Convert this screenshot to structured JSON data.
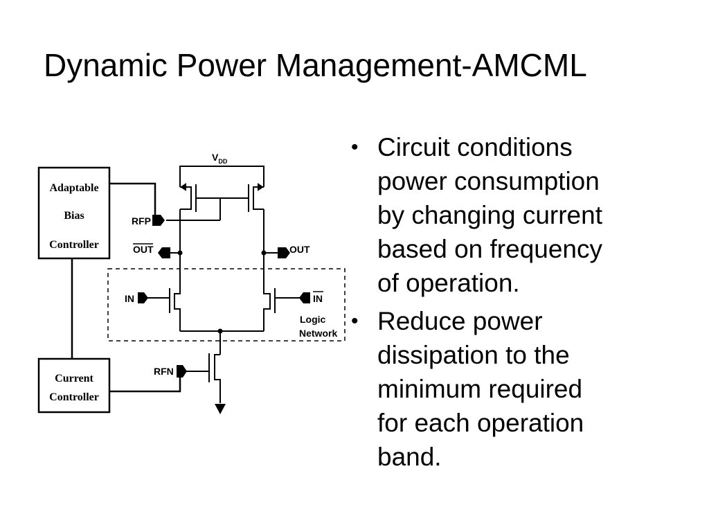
{
  "slide": {
    "title": "Dynamic Power Management-AMCML"
  },
  "bullets": [
    {
      "marker": "•",
      "text": "Circuit conditions\npower consumption\nby changing current\nbased on frequency\nof operation."
    },
    {
      "marker": "•",
      "text": " Reduce power\ndissipation to the\nminimum required\nfor each operation\nband."
    }
  ],
  "diagram": {
    "adaptable_bias_controller": {
      "line1": "Adaptable",
      "line2": "Bias",
      "line3": "Controller"
    },
    "current_controller": {
      "line1": "Current",
      "line2": "Controller"
    },
    "vdd": {
      "main": "V",
      "sub": "DD"
    },
    "rfp": "RFP",
    "rfn": "RFN",
    "out_bar": "OUT",
    "out": "OUT",
    "in": "IN",
    "in_bar": "IN",
    "logic_network": {
      "line1": "Logic",
      "line2": "Network"
    }
  }
}
